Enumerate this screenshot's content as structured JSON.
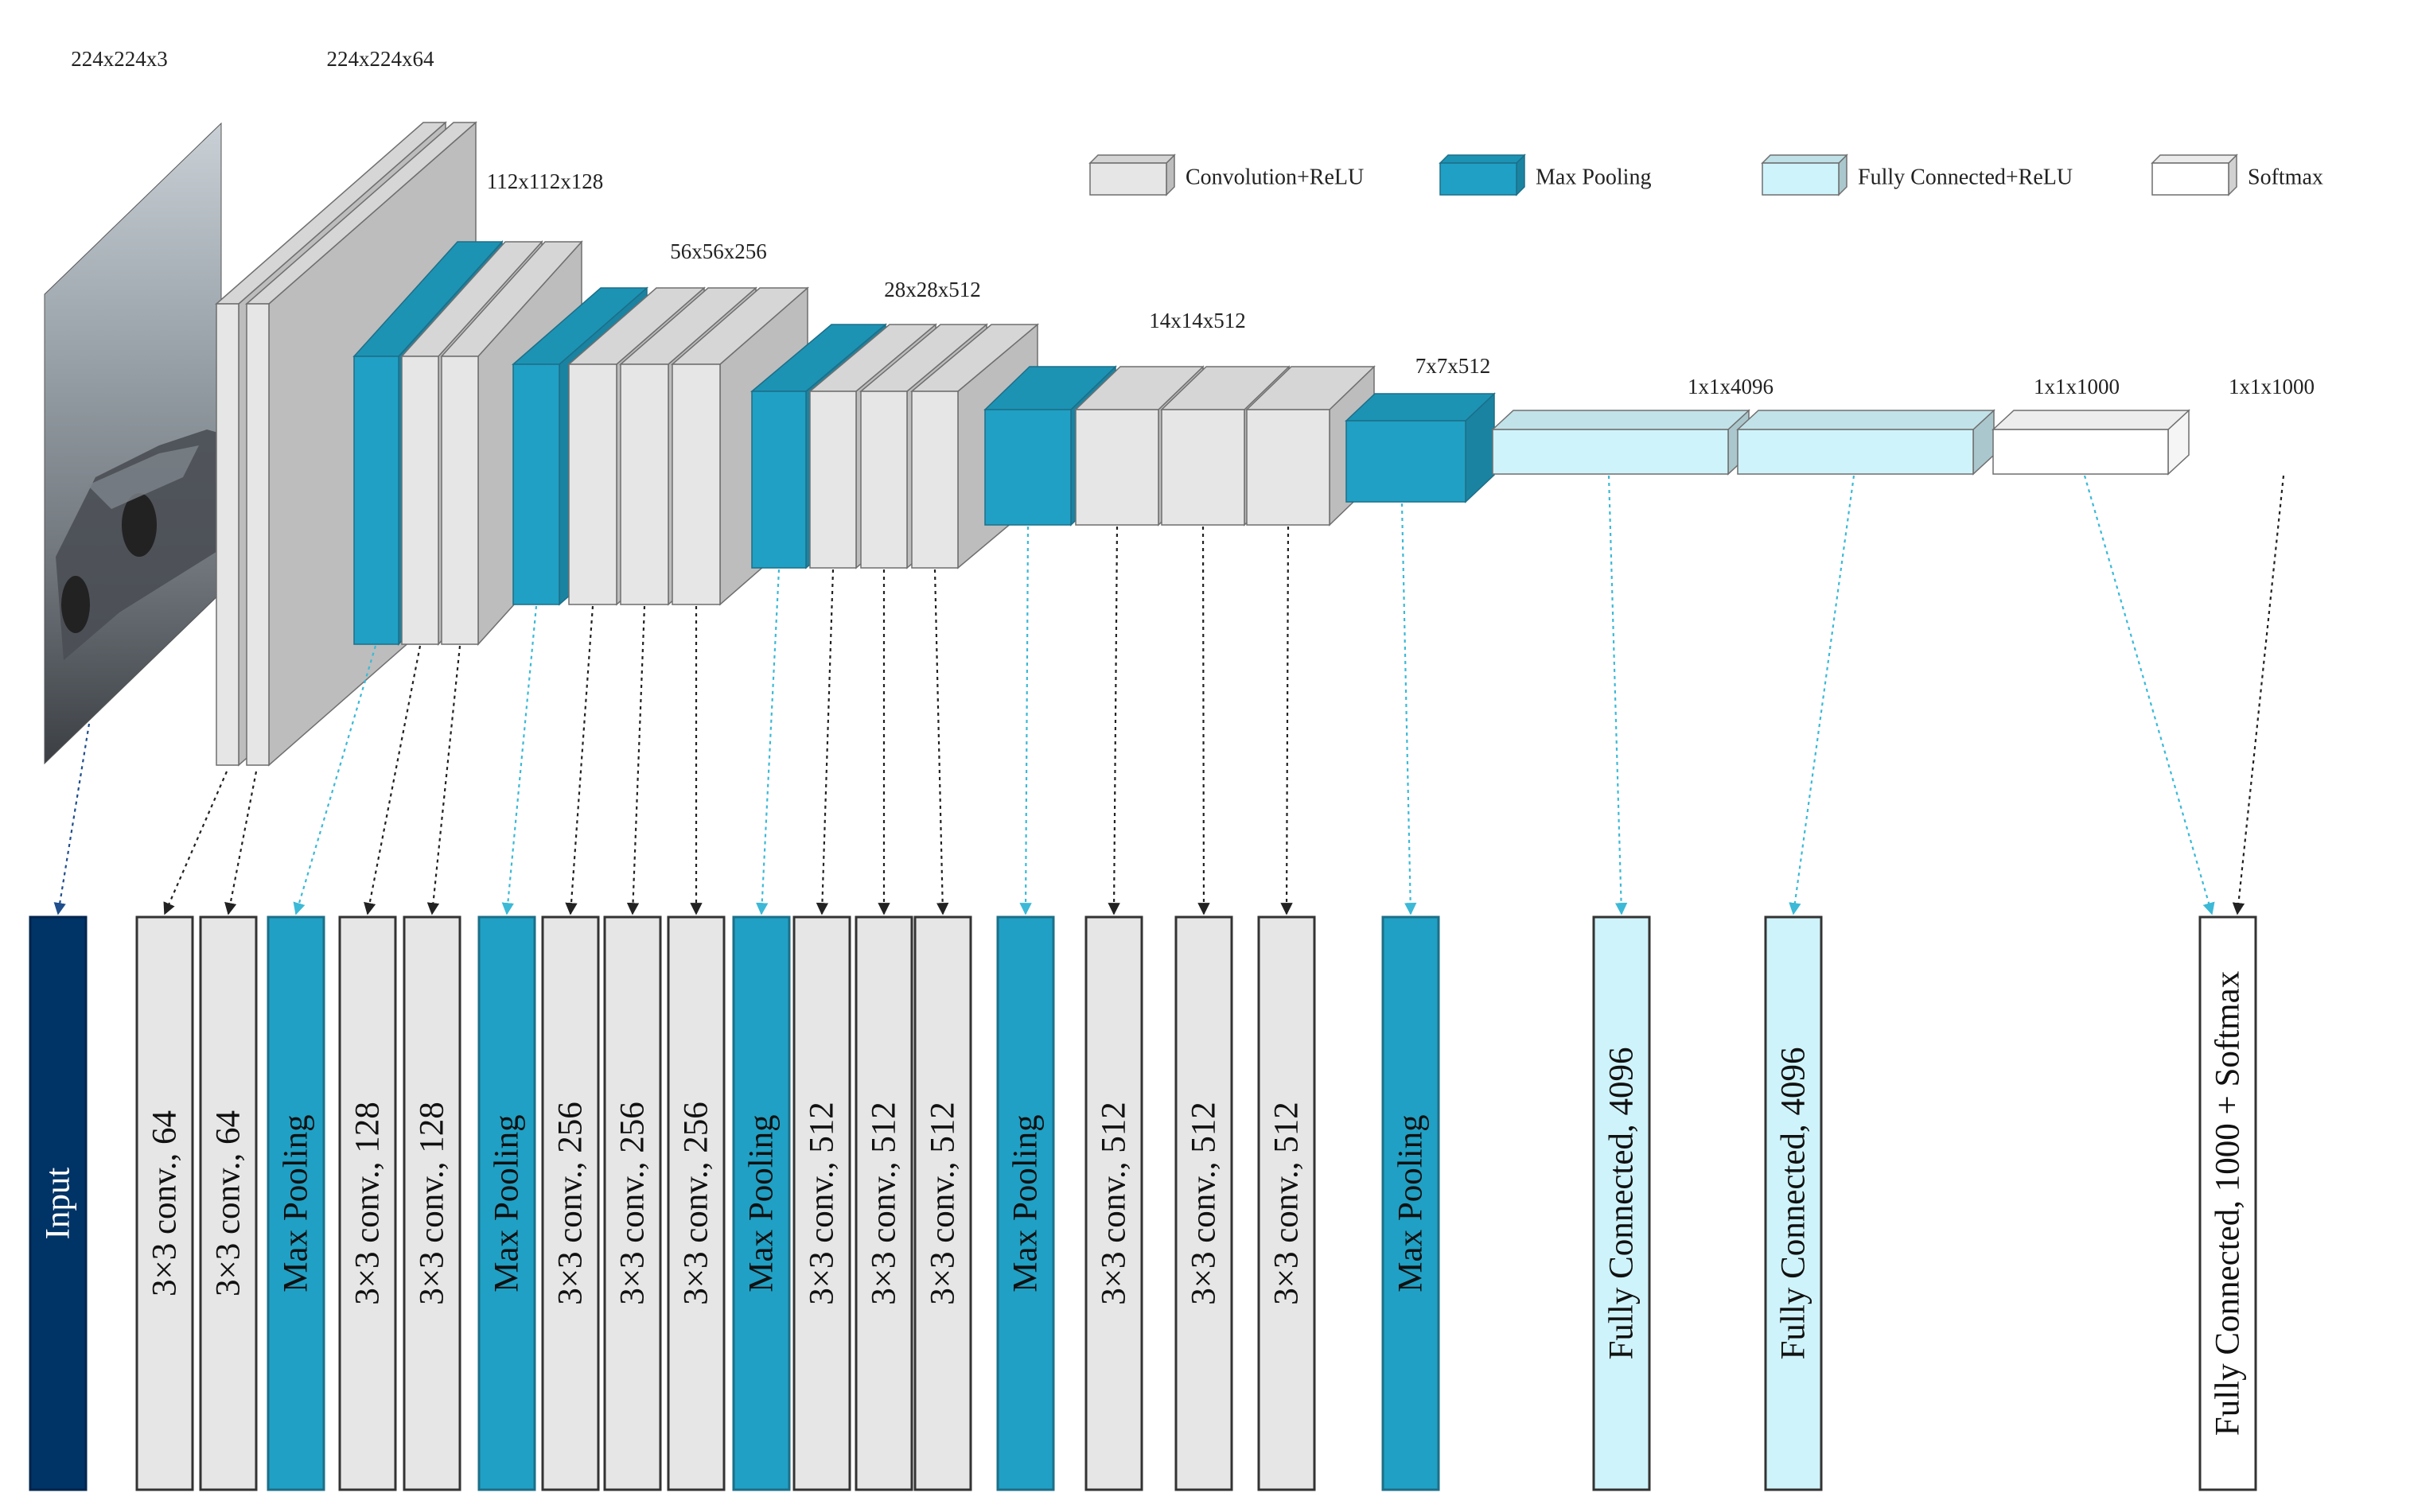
{
  "colors": {
    "conv": "#e6e6e6",
    "pool": "#20a0c4",
    "fc": "#cff3fa",
    "softmax": "#ffffff",
    "input": "#003366",
    "edge": "#7a7a7a",
    "edge_dark": "#2b2b2b"
  },
  "legend": [
    {
      "kind": "conv",
      "label": "Convolution+ReLU"
    },
    {
      "kind": "pool",
      "label": "Max Pooling"
    },
    {
      "kind": "fc",
      "label": "Fully Connected+ReLU"
    },
    {
      "kind": "softmax",
      "label": "Softmax"
    }
  ],
  "dims": [
    "224x224x3",
    "224x224x64",
    "112x112x128",
    "56x56x256",
    "28x28x512",
    "14x14x512",
    "7x7x512",
    "1x1x4096",
    "1x1x1000",
    "1x1x1000"
  ],
  "layers": [
    {
      "kind": "input",
      "label": "Input"
    },
    {
      "kind": "conv",
      "label": "3×3 conv., 64"
    },
    {
      "kind": "conv",
      "label": "3×3 conv., 64"
    },
    {
      "kind": "pool",
      "label": "Max Pooling"
    },
    {
      "kind": "conv",
      "label": "3×3 conv., 128"
    },
    {
      "kind": "conv",
      "label": "3×3 conv., 128"
    },
    {
      "kind": "pool",
      "label": "Max Pooling"
    },
    {
      "kind": "conv",
      "label": "3×3 conv., 256"
    },
    {
      "kind": "conv",
      "label": "3×3 conv., 256"
    },
    {
      "kind": "conv",
      "label": "3×3 conv., 256"
    },
    {
      "kind": "pool",
      "label": "Max Pooling"
    },
    {
      "kind": "conv",
      "label": "3×3 conv., 512"
    },
    {
      "kind": "conv",
      "label": "3×3 conv., 512"
    },
    {
      "kind": "conv",
      "label": "3×3 conv., 512"
    },
    {
      "kind": "pool",
      "label": "Max Pooling"
    },
    {
      "kind": "conv",
      "label": "3×3 conv., 512"
    },
    {
      "kind": "conv",
      "label": "3×3 conv., 512"
    },
    {
      "kind": "conv",
      "label": "3×3 conv., 512"
    },
    {
      "kind": "pool",
      "label": "Max Pooling"
    },
    {
      "kind": "fc",
      "label": "Fully Connected, 4096"
    },
    {
      "kind": "fc",
      "label": "Fully Connected, 4096"
    },
    {
      "kind": "softmax",
      "label": "Fully Connected, 1000 + Softmax"
    }
  ]
}
